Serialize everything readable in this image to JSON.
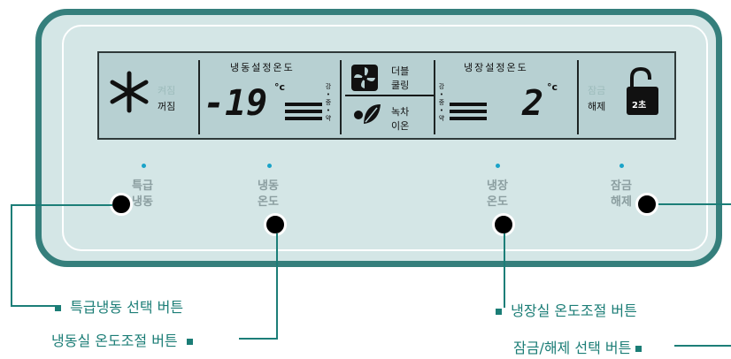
{
  "lcd": {
    "turbo_ghost": "켜짐",
    "turbo_off": "꺼짐",
    "freezer_title": "냉동설정온도",
    "freezer_temp": "-19",
    "unit": "°c",
    "strong": "강",
    "medium": "중",
    "weak": "약",
    "fresh_top": "더블",
    "fresh_bottom": "쿨링",
    "deodor_top": "녹차",
    "deodor_bottom": "이온",
    "fridge_title": "냉장설정온도",
    "fridge_temp": "2",
    "lock_ghost": "잠금",
    "lock_state": "해제",
    "lock_badge": "2초"
  },
  "buttons": [
    {
      "line1": "특급",
      "line2": "냉동"
    },
    {
      "line1": "냉동",
      "line2": "온도"
    },
    {
      "line1": "냉장",
      "line2": "온도"
    },
    {
      "line1": "잠금",
      "line2": "해제"
    }
  ],
  "callouts": {
    "express_freeze": "특급냉동 선택 버튼",
    "freezer_temp": "냉동실 온도조절 버튼",
    "fridge_temp": "냉장실 온도조절 버튼",
    "lock_unlock": "잠금/해제 선택 버튼"
  },
  "colors": {
    "panel_border": "#357f7c",
    "panel_fill": "#d4e6e6",
    "lcd": "#b7d0d2",
    "callout": "#1b7d76",
    "led": "#1aa3c8"
  }
}
